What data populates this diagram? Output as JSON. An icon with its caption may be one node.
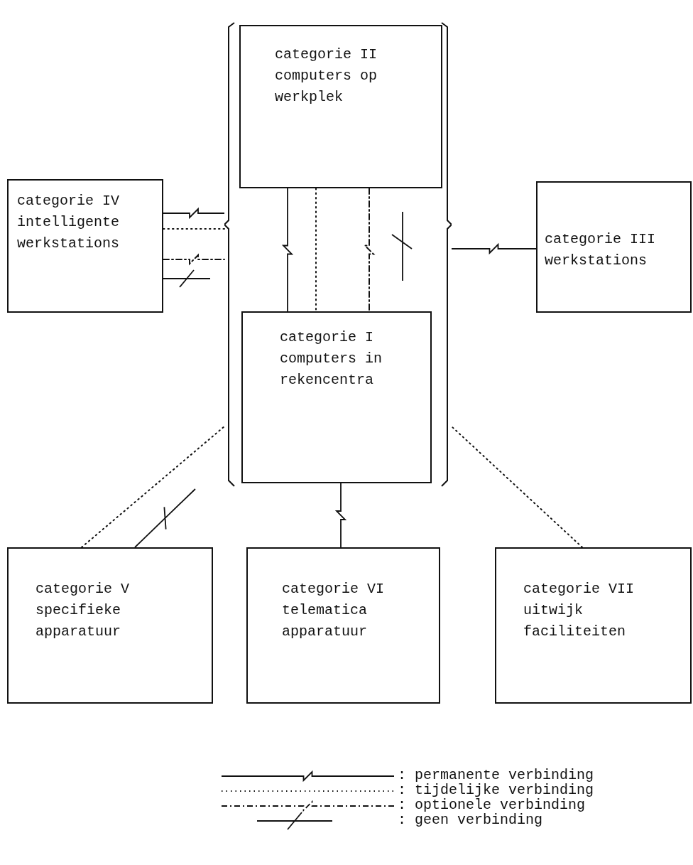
{
  "diagram": {
    "nodes": [
      {
        "text": [],
        "shape": "bracket"
      },
      {
        "text": [
          "categorie II computers op werkplek"
        ],
        "in": 0
      },
      {
        "text": [
          "categorie IV intelligente werkstations"
        ]
      },
      {
        "text": [
          "categorie III werkstations"
        ]
      },
      {
        "text": [
          "categorie I computers in rekencentra"
        ],
        "in": 0
      },
      {
        "text": [
          "categorie V specifieke apparatuur"
        ]
      },
      {
        "text": [
          "categorie VI telematica apparatuur"
        ]
      },
      {
        "text": [
          "categorie VII uitwijk faciliteiten"
        ]
      }
    ],
    "edges": [
      {
        "from": 1,
        "to": 4,
        "arrow": "none"
      },
      {
        "from": 1,
        "to": 4,
        "arrow": "none",
        "style": "dashed"
      },
      {
        "from": 1,
        "to": 4,
        "arrow": "none",
        "style": "dashed"
      },
      {
        "from": 2,
        "to": 0,
        "arrow": "none"
      },
      {
        "from": 2,
        "to": 0,
        "arrow": "none",
        "style": "dashed"
      },
      {
        "from": 2,
        "to": 0,
        "arrow": "none",
        "style": "dashed"
      },
      {
        "from": 2,
        "to": null,
        "arrow": "none"
      },
      {
        "from": 0,
        "to": 3,
        "arrow": "none"
      },
      {
        "from": 5,
        "to": 0,
        "arrow": "none",
        "style": "dashed"
      },
      {
        "from": 5,
        "to": null,
        "arrow": "none"
      },
      {
        "from": 4,
        "to": 6,
        "arrow": "none"
      },
      {
        "from": 7,
        "to": 0,
        "arrow": "none",
        "style": "dashed"
      }
    ],
    "legend": [
      {
        "text": ": permanente verbinding"
      },
      {
        "text": ": tijdelijke verbinding"
      },
      {
        "text": ": optionele verbinding"
      },
      {
        "text": ": geen verbinding"
      }
    ]
  }
}
